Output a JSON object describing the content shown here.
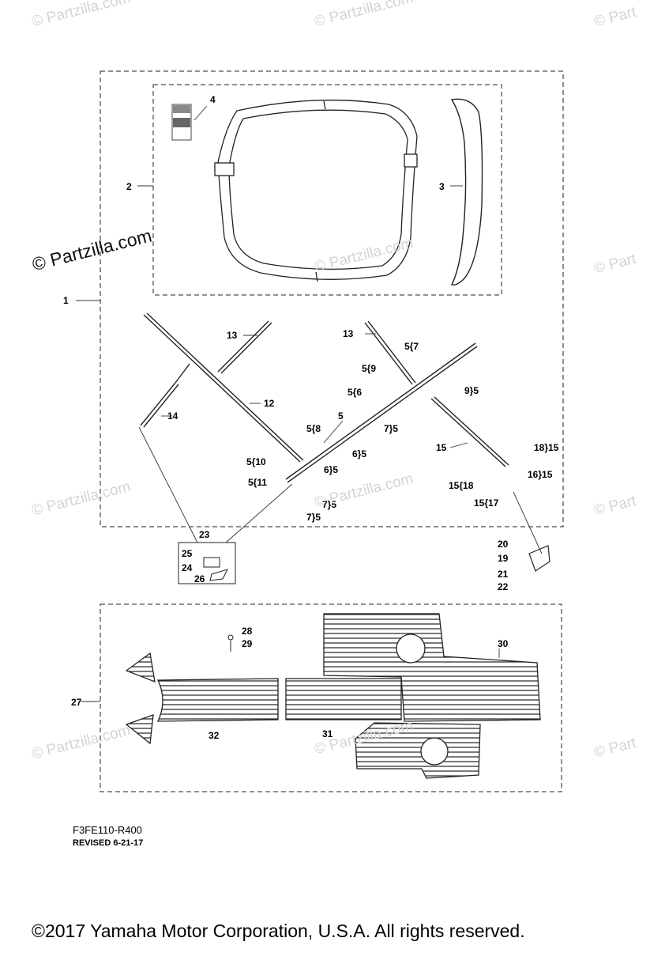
{
  "watermark": {
    "main": "© Partzilla.com",
    "faint": "© Partzilla.com",
    "edge": "© Part"
  },
  "diagram": {
    "code": "F3FE110-R400",
    "revised": "REVISED 6-21-17"
  },
  "footer": {
    "copyright": "©2017  Yamaha Motor Corporation, U.S.A. All rights reserved."
  },
  "callouts": {
    "c1": "1",
    "c2": "2",
    "c3": "3",
    "c4": "4",
    "c5": "5",
    "c12": "12",
    "c13a": "13",
    "c13b": "13",
    "c14": "14",
    "c15": "15",
    "c23": "23",
    "c5_7": "5{7",
    "c5_9": "5{9",
    "c5_6": "5{6",
    "c9_5": "9}5",
    "c7_5a": "7}5",
    "c5_8": "5{8",
    "c6_5a": "6}5",
    "c5_10": "5{10",
    "c6_5b": "6}5",
    "c5_11": "5{11",
    "c7_5b": "7}5",
    "c7_5c": "7}5",
    "c18_15": "18}15",
    "c15_18": "15{18",
    "c16_15": "16}15",
    "c15_17": "15{17",
    "c20": "20",
    "c19": "19",
    "c21": "21",
    "c22": "22",
    "c25": "25",
    "c24": "24",
    "c26": "26",
    "c27": "27",
    "c28": "28",
    "c29": "29",
    "c30": "30",
    "c31": "31",
    "c32": "32"
  }
}
